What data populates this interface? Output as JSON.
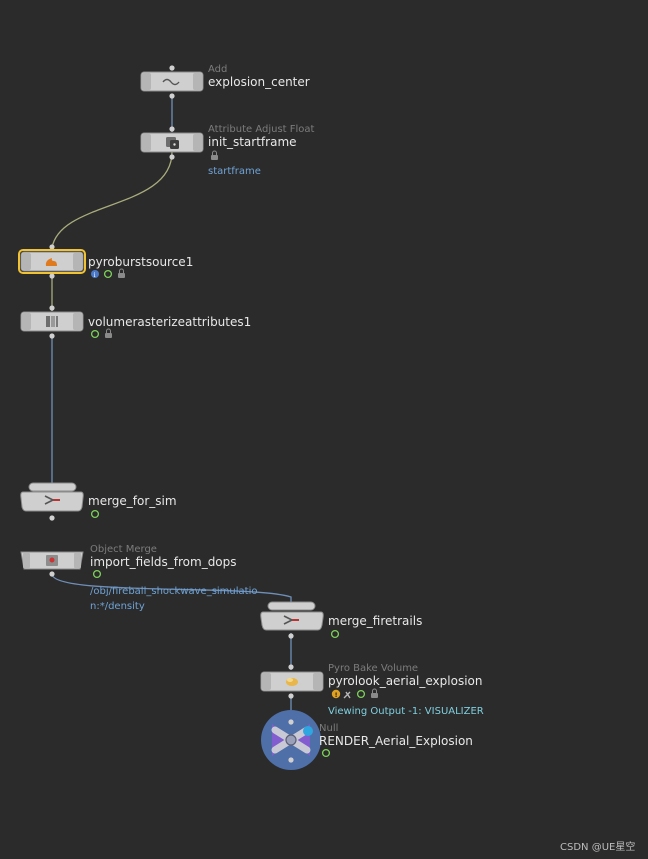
{
  "network": {
    "nodes": [
      {
        "id": "explosion_center",
        "type_label": "Add",
        "name": "explosion_center",
        "icon": "wave-icon"
      },
      {
        "id": "init_startframe",
        "type_label": "Attribute Adjust Float",
        "name": "init_startframe",
        "param": "startframe",
        "icon": "dice-icon"
      },
      {
        "id": "pyroburstsource1",
        "type_label": "",
        "name": "pyroburstsource1",
        "icon": "flame-icon",
        "selected": true
      },
      {
        "id": "volumerasterizeattributes1",
        "type_label": "",
        "name": "volumerasterizeattributes1",
        "icon": "cloud-icon"
      },
      {
        "id": "merge_for_sim",
        "type_label": "",
        "name": "merge_for_sim",
        "icon": "merge-icon"
      },
      {
        "id": "import_fields_from_dops",
        "type_label": "Object Merge",
        "name": "import_fields_from_dops",
        "param_line1": "/obj/fireball_shockwave_simulatio",
        "param_line2": "n:*/density",
        "icon": "object-merge-icon"
      },
      {
        "id": "merge_firetrails",
        "type_label": "",
        "name": "merge_firetrails",
        "icon": "merge-icon"
      },
      {
        "id": "pyrolook_aerial_explosion",
        "type_label": "Pyro Bake Volume",
        "name": "pyrolook_aerial_explosion",
        "status": "Viewing Output -1: VISUALIZER",
        "icon": "bake-icon"
      },
      {
        "id": "RENDER_Aerial_Explosion",
        "type_label": "Null",
        "name": "RENDER_Aerial_Explosion",
        "icon": "null-icon"
      }
    ],
    "colors": {
      "background": "#2b2b2b",
      "node_body": "#cfcfcf",
      "selected_outline": "#f1c232",
      "wire_default": "#a9ac7c",
      "wire_blue": "#6f8fb8",
      "flag_green": "#7dd35a",
      "param_text": "#6fa3d6",
      "null_node": "#4f6fa8",
      "null_accent": "#8a5ad6"
    }
  },
  "watermark": "CSDN @UE星空"
}
